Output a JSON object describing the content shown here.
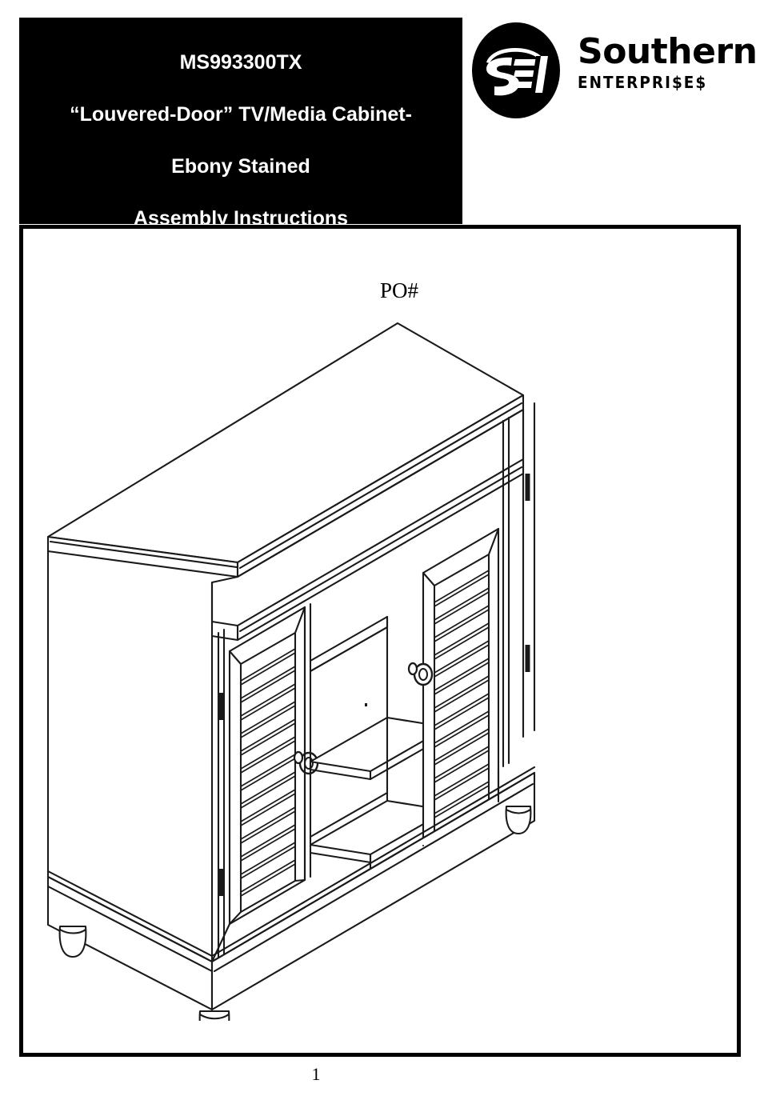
{
  "document": {
    "page_number": "1"
  },
  "header": {
    "title_lines": [
      "MS993300TX",
      "“Louvered-Door” TV/Media Cabinet-",
      "Ebony Stained",
      "Assembly Instructions"
    ],
    "model_number": "MS993300TX",
    "product_name": "“Louvered-Door” TV/Media Cabinet-",
    "finish": "Ebony Stained",
    "doc_type": "Assembly Instructions",
    "background_color": "#000000",
    "text_color": "#ffffff"
  },
  "brand": {
    "mark_icon": "sei-oval-logo",
    "mark_text": "SEI",
    "name": "Southern",
    "subtitle": "ENTERPRI$E$",
    "color": "#000000"
  },
  "content": {
    "po_label": "PO#",
    "figure": {
      "name": "tv-media-cabinet-isometric-drawing",
      "description": "Isometric line drawing of a louvered-door TV / media cabinet",
      "stroke_color": "#1a1a1a",
      "fill_color": "#ffffff",
      "parts": {
        "top_panel": "top",
        "upper_open_shelf": "upper open shelf",
        "left_door": "left louvered door",
        "right_door": "right louvered door",
        "center_compartment": "center open compartment",
        "center_shelf": "center shelf",
        "base_plinth": "base plinth",
        "feet": "bun feet",
        "hinges": "door hinges",
        "knobs": "door knobs"
      },
      "louver_slat_count": 13,
      "knob_count": 2,
      "hinge_count": 4,
      "foot_count": 3
    }
  }
}
